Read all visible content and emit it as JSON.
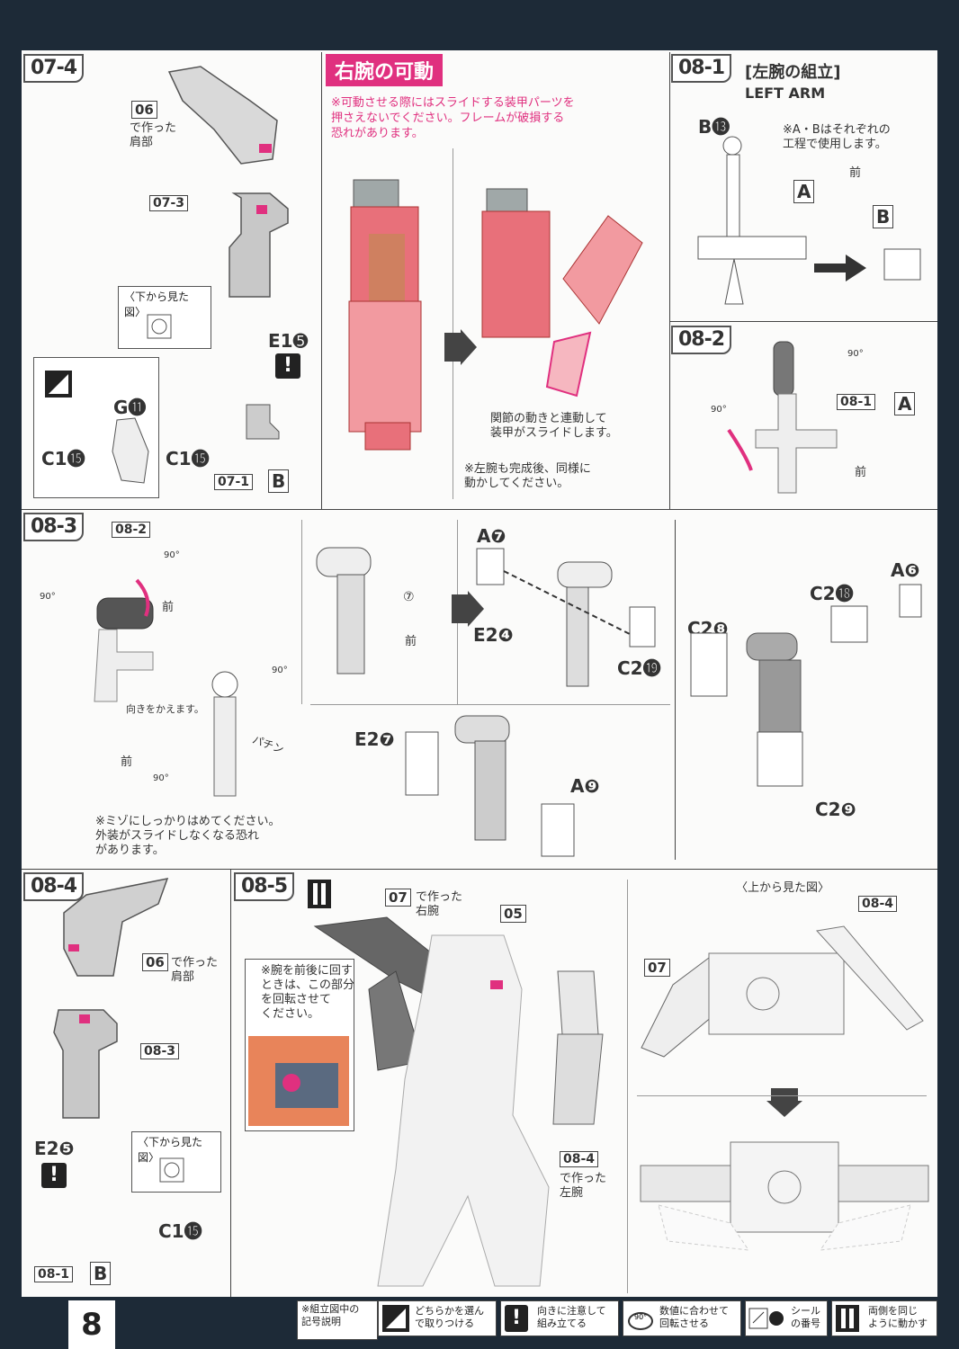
{
  "page_number": "8",
  "panel_0704": {
    "step": "07-4",
    "ref_06": "06",
    "ref_06_caption": "で作った\n肩部",
    "ref_0703": "07-3",
    "bottom_view": "〈下から見た図〉",
    "part_e1": "E1➎",
    "part_g": "G⓫",
    "part_c1_left": "C1⓯",
    "part_c1_mid": "C1⓯",
    "ref_0701": "07-1",
    "ref_b": "B"
  },
  "panel_right_arm": {
    "title": "右腕の可動",
    "note": "※可動させる際にはスライドする装甲パーツを\n押さえないでください。フレームが破損する\n恐れがあります。",
    "caption_slide": "関節の動きと連動して\n装甲がスライドします。",
    "caption_left": "※左腕も完成後、同様に\n動かしてください。"
  },
  "panel_0801": {
    "step": "08-1",
    "title": "[左腕の組立]",
    "subtitle": "LEFT ARM",
    "part_b13": "B⓭",
    "note": "※A・Bはそれぞれの\n工程で使用します。",
    "front": "前",
    "ref_a": "A",
    "ref_b": "B"
  },
  "panel_0802": {
    "step": "08-2",
    "angle_top": "90°",
    "angle_left": "90°",
    "ref_0801": "08-1",
    "ref_a": "A",
    "front": "前"
  },
  "panel_0803": {
    "step": "08-3",
    "ref_0802": "08-2",
    "angle_1": "90°",
    "angle_2": "90°",
    "angle_3": "90°",
    "angle_4": "90°",
    "front_1": "前",
    "front_2": "前",
    "front_3": "前",
    "change_dir": "向きをかえます。",
    "click": "パチン",
    "note": "※ミゾにしっかりはめてください。\n外装がスライドしなくなる恐れ\nがあります。",
    "sticker": "⑦",
    "part_a7": "A❼",
    "part_e24": "E2❹",
    "part_c219": "C2⓳",
    "part_e27": "E2❼",
    "part_a9": "A❾",
    "part_a6": "A❻",
    "part_c218": "C2⓲",
    "part_c28": "C2❽",
    "part_c29": "C2❾"
  },
  "panel_0804": {
    "step": "08-4",
    "ref_06": "06",
    "ref_06_caption": "で作った\n肩部",
    "ref_0803": "08-3",
    "bottom_view": "〈下から見た図〉",
    "part_e25": "E2❺",
    "part_c1": "C1⓯",
    "ref_0801": "08-1",
    "ref_b": "B"
  },
  "panel_0805": {
    "step": "08-5",
    "ref_07": "07",
    "ref_07_caption": "で作った\n右腕",
    "ref_05": "05",
    "note": "※腕を前後に回す\nときは、この部分\nを回転させて\nください。",
    "ref_0804": "08-4",
    "ref_0804_caption": "で作った\n左腕",
    "top_view": "〈上から見た図〉",
    "ref_07b": "07",
    "ref_0804b": "08-4"
  },
  "legend": {
    "title": "※組立図中の\n記号説明",
    "items": [
      {
        "icon": "choose-one-icon",
        "text": "どちらかを選ん\nで取りつける"
      },
      {
        "icon": "attention-icon",
        "text": "向きに注意して\n組み立てる"
      },
      {
        "icon": "rotate-icon",
        "text": "数値に合わせて\n回転させる"
      },
      {
        "icon": "sticker-icon",
        "text": "シール\nの番号"
      },
      {
        "icon": "move-both-icon",
        "text": "両側を同じ\nように動かす"
      }
    ]
  },
  "colors": {
    "accent_pink": "#e0307f",
    "background": "#1d2a37",
    "part_grey": "#9a9a9a"
  }
}
